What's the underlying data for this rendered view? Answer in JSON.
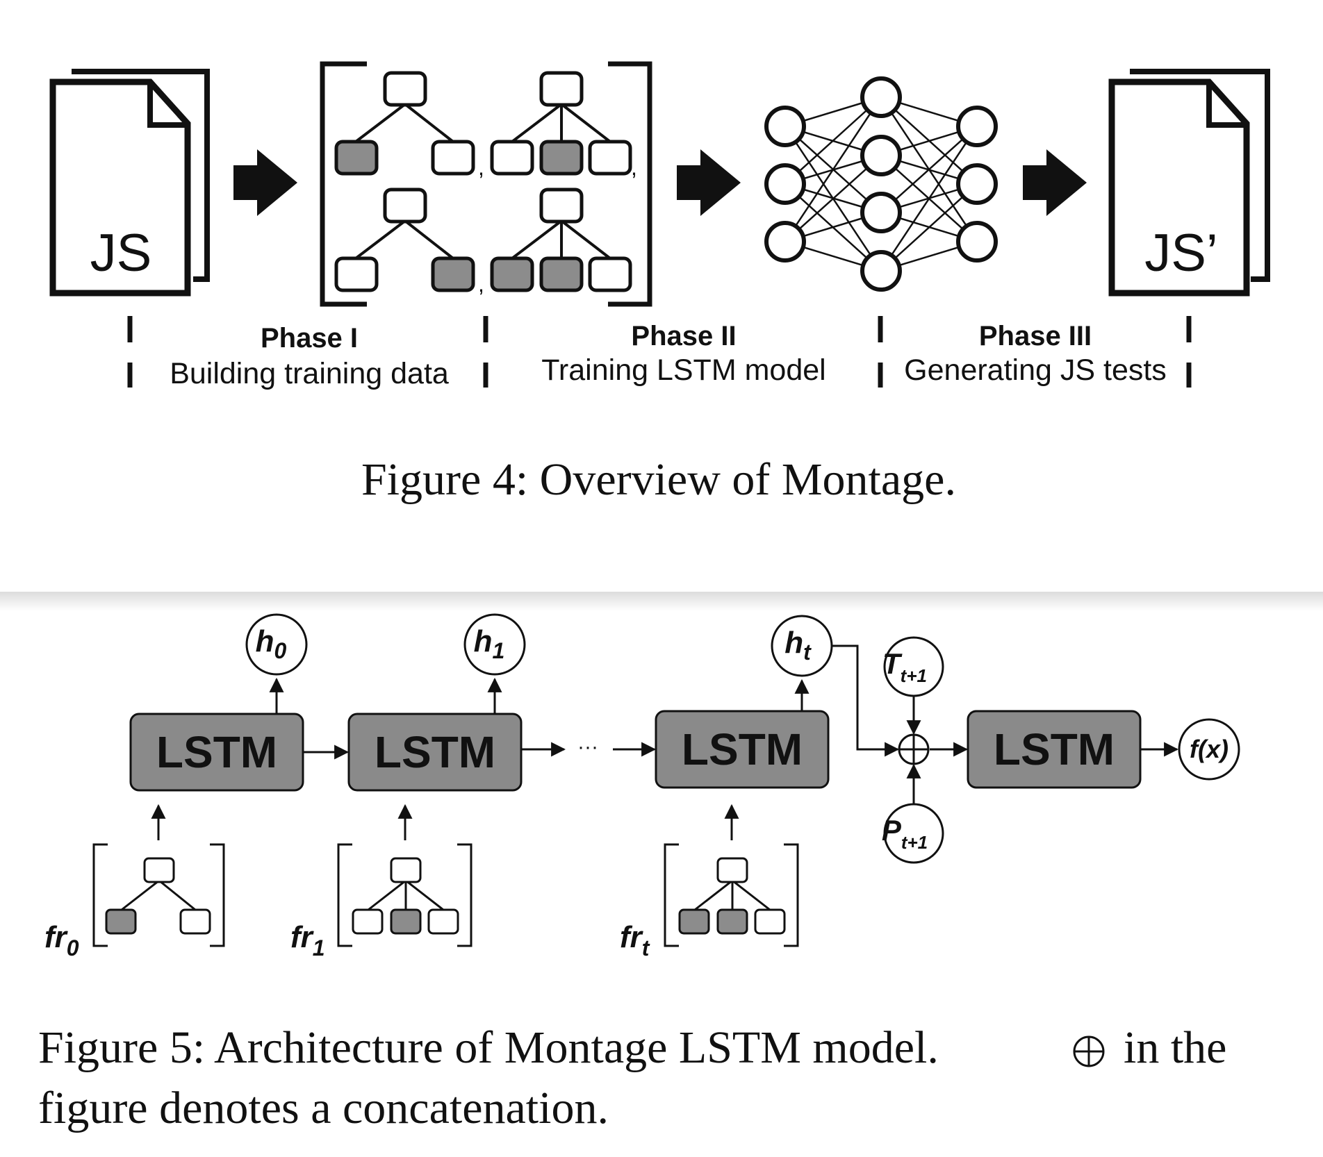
{
  "figure4": {
    "doc_left_label": "JS",
    "doc_right_label": "JS’",
    "phases": [
      {
        "title": "Phase I",
        "subtitle": "Building training data"
      },
      {
        "title": "Phase II",
        "subtitle": "Training LSTM model"
      },
      {
        "title": "Phase III",
        "subtitle": "Generating JS tests"
      }
    ],
    "caption": "Figure 4: Overview of Montage."
  },
  "figure5": {
    "lstm_label": "LSTM",
    "hidden_outputs": [
      {
        "base": "h",
        "sub": "0"
      },
      {
        "base": "h",
        "sub": "1"
      },
      {
        "base": "h",
        "sub": "t"
      }
    ],
    "fragments": [
      {
        "base": "fr",
        "sub": "0"
      },
      {
        "base": "fr",
        "sub": "1"
      },
      {
        "base": "fr",
        "sub": "t"
      }
    ],
    "ellipsis": "···",
    "type_input": {
      "base": "T",
      "sub": "t+1"
    },
    "property_input": {
      "base": "P",
      "sub": "t+1"
    },
    "output": "f(x)",
    "caption_line1_before": "Figure 5: Architecture of Montage LSTM model.",
    "caption_line1_after": "in the",
    "caption_line2": "figure denotes a concatenation."
  },
  "colors": {
    "ink": "#111111",
    "node_fill": "#8c8c8c",
    "lstm_fill": "#8a8a8a",
    "background": "#ffffff"
  }
}
